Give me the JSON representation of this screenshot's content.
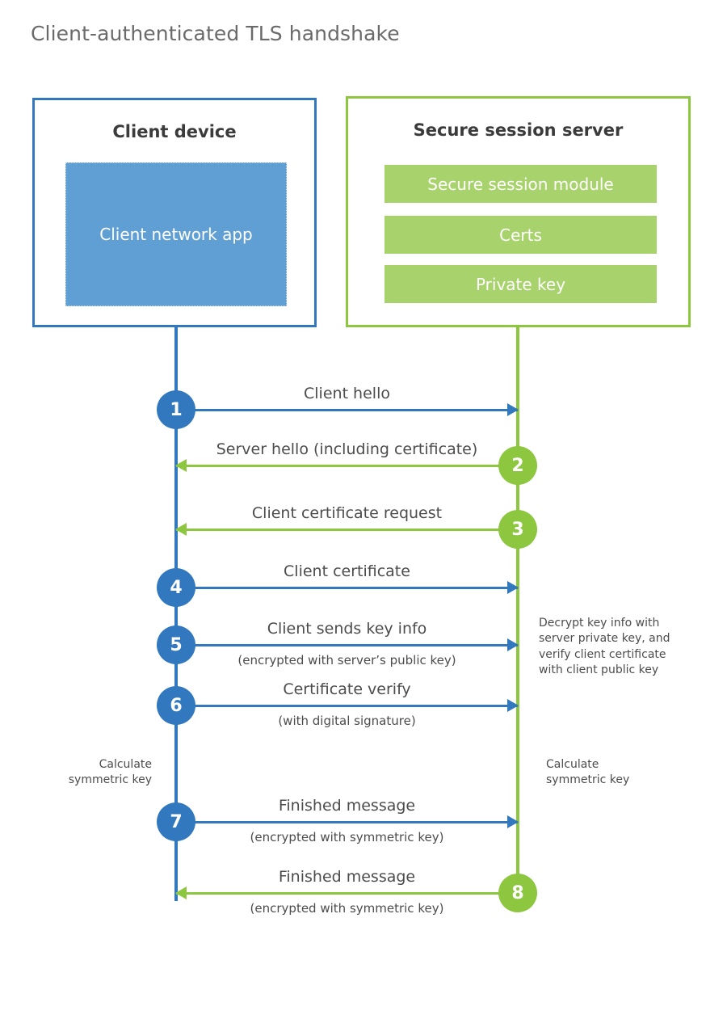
{
  "title": "Client-authenticated TLS handshake",
  "colors": {
    "client_blue": "#3278be",
    "client_app_fill": "#609fd3",
    "server_green": "#8dc63f",
    "server_bar_fill": "#a8d26b",
    "title_gray": "#6a6a6a",
    "text_gray": "#4c4c4c",
    "heading_dark": "#3b3b3b"
  },
  "client": {
    "title": "Client device",
    "app_label_line1": "Client network",
    "app_label_line2": "app",
    "app_label": "Client network app"
  },
  "server": {
    "title": "Secure session server",
    "components": [
      {
        "label": "Secure session module"
      },
      {
        "label": "Certs"
      },
      {
        "label": "Private key"
      }
    ]
  },
  "steps": [
    {
      "number": "1",
      "label": "Client hello",
      "sublabel": "",
      "direction": "to-server"
    },
    {
      "number": "2",
      "label": "Server hello (including certificate)",
      "sublabel": "",
      "direction": "to-client"
    },
    {
      "number": "3",
      "label": "Client certificate request",
      "sublabel": "",
      "direction": "to-client"
    },
    {
      "number": "4",
      "label": "Client certificate",
      "sublabel": "",
      "direction": "to-server"
    },
    {
      "number": "5",
      "label": "Client sends key info",
      "sublabel": "(encrypted with server’s public key)",
      "direction": "to-server"
    },
    {
      "number": "6",
      "label": "Certificate verify",
      "sublabel": "(with digital signature)",
      "direction": "to-server"
    },
    {
      "number": "7",
      "label": "Finished message",
      "sublabel": "(encrypted with symmetric key)",
      "direction": "to-server"
    },
    {
      "number": "8",
      "label": "Finished message",
      "sublabel": "(encrypted with symmetric key)",
      "direction": "to-client"
    }
  ],
  "notes": {
    "server_decrypt": {
      "line1": "Decrypt key info with",
      "line2": "server private key, and",
      "line3": "verify client certificate",
      "line4": "with client public key",
      "full": "Decrypt key info with server private key, and verify client certificate with client public key"
    },
    "calc_client": {
      "line1": "Calculate",
      "line2": "symmetric key",
      "full": "Calculate symmetric key"
    },
    "calc_server": {
      "line1": "Calculate",
      "line2": "symmetric key",
      "full": "Calculate symmetric key"
    }
  }
}
